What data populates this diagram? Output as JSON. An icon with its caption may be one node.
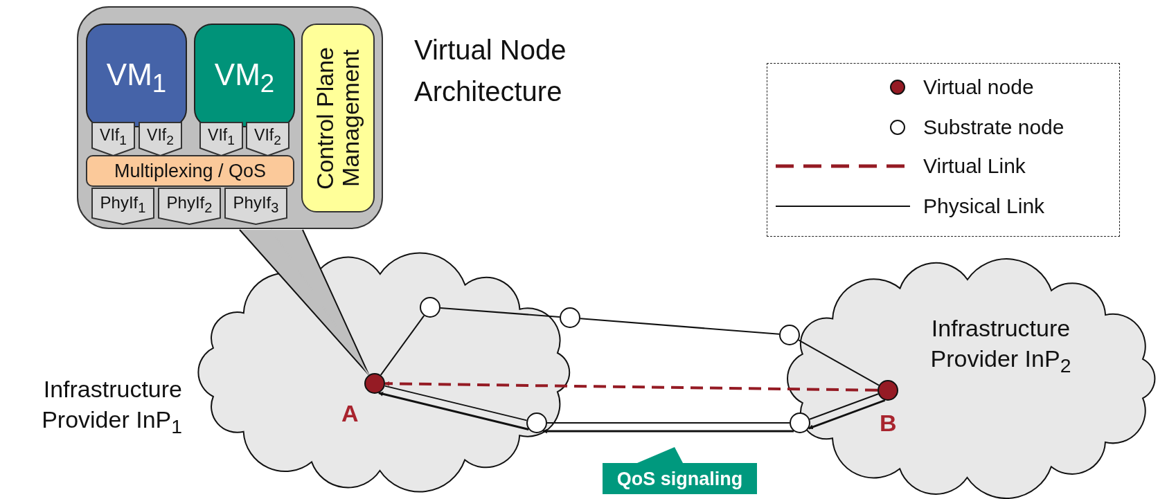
{
  "diagram": {
    "nodes": [
      {
        "text": [],
        "shape": "box"
      },
      {
        "text": [
          "VM$_{1}$"
        ],
        "in": 0
      },
      {
        "text": [
          "VIf$_{1}$"
        ],
        "in": 0
      },
      {
        "text": [
          "VIf$_{2}$"
        ],
        "in": 0
      },
      {
        "text": [
          "VM$_{2}$"
        ],
        "in": 0
      },
      {
        "text": [
          "VIf$_{1}$"
        ],
        "in": 0
      },
      {
        "text": [
          "VIf$_{2}$"
        ],
        "in": 0
      },
      {
        "text": [
          "Multiplexing / QoS"
        ],
        "in": 0
      },
      {
        "text": [
          "PhyIf$_{1}$"
        ],
        "in": 0
      },
      {
        "text": [
          "PhyIf$_{2}$"
        ],
        "in": 0
      },
      {
        "text": [
          "PhyIf$_{3}$"
        ],
        "in": 0
      },
      {
        "text": [
          "Control Plane Management"
        ],
        "in": 0
      },
      {
        "text": [],
        "shape": "cloud"
      },
      {
        "text": [
          "Infrastructure Provider InP$_{2}$"
        ]
      },
      {
        "text": [],
        "shape": "circle",
        "in": 12,
        "beside": [
          "A"
        ]
      },
      {
        "text": [],
        "shape": "circle",
        "in": 12
      },
      {
        "text": [],
        "shape": "circle"
      },
      {
        "text": [],
        "shape": "circle",
        "in": 13
      },
      {
        "text": [],
        "shape": "circle",
        "in": 13,
        "beside": [
          "B"
        ]
      },
      {
        "text": [],
        "shape": "circle",
        "in": 13
      },
      {
        "text": [],
        "shape": "circle",
        "in": 12
      },
      {
        "text": [
          "QoS signaling"
        ]
      }
    ],
    "edges": [
      {
        "from": 0,
        "to": 14,
        "arrow": "none",
        "color": "#bfbfbf"
      },
      {
        "from": 14,
        "to": 15,
        "arrow": "none"
      },
      {
        "from": 15,
        "to": 16,
        "arrow": "none"
      },
      {
        "from": 16,
        "to": 17,
        "arrow": "none"
      },
      {
        "from": 17,
        "to": 18,
        "arrow": "none"
      },
      {
        "from": 18,
        "to": 19,
        "arrow": "none"
      },
      {
        "from": 19,
        "to": 20,
        "arrow": "none"
      },
      {
        "from": 20,
        "to": 14,
        "arrow": "none"
      },
      {
        "from": 18,
        "to": 14,
        "arrow": "to",
        "style": "dashed",
        "color": "#951b24"
      },
      {
        "from": 18,
        "to": 19,
        "arrow": "to"
      },
      {
        "from": 19,
        "to": 20,
        "arrow": "to"
      },
      {
        "from": 20,
        "to": 14,
        "arrow": "to"
      }
    ],
    "labels": [
      "Virtual Node Architecture",
      "Infrastructure Provider InP$_{1}$"
    ],
    "legend": [
      {
        "text": "Virtual node"
      },
      {
        "text": "Substrate node"
      },
      {
        "text": "Virtual Link"
      },
      {
        "text": "Physical Link"
      }
    ]
  }
}
